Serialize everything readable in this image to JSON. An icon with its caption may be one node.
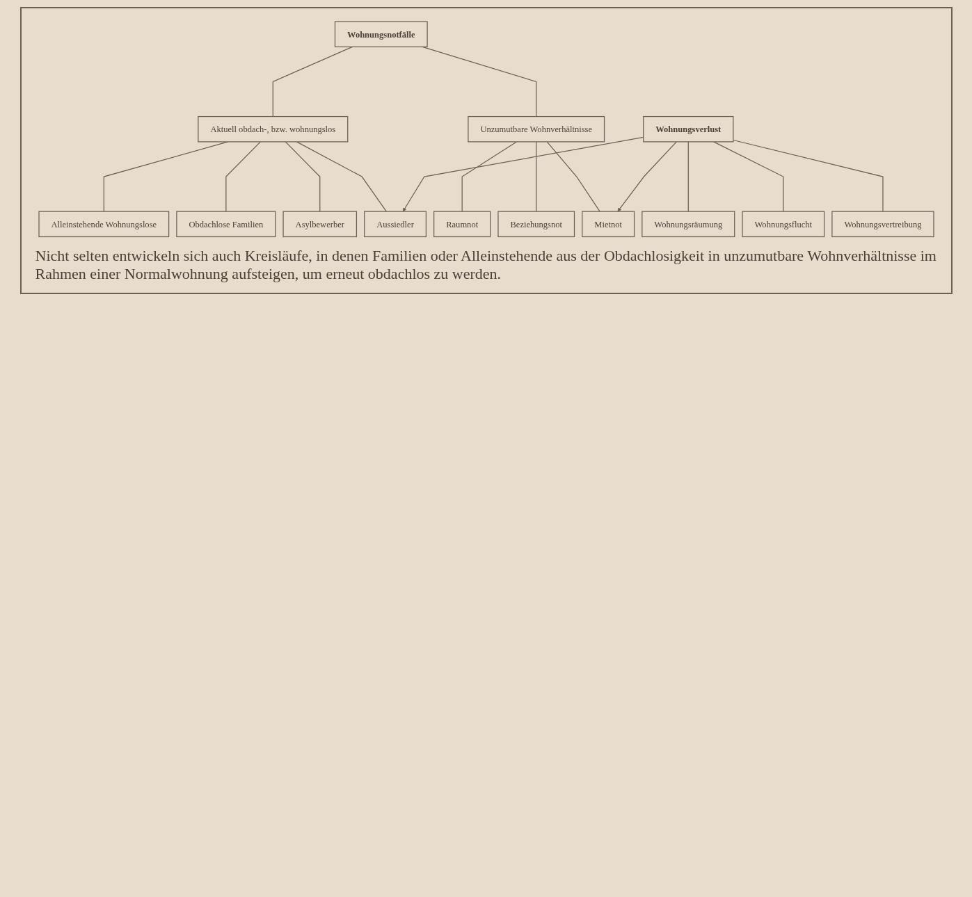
{
  "diagram": {
    "caption": "Nicht selten entwickeln sich auch Kreisläufe, in denen Familien oder Alleinstehende aus der Obdachlosigkeit in unzumutbare Wohnverhältnisse im Rahmen einer Normalwohnung aufsteigen, um erneut obdachlos zu werden.",
    "nodes": [
      {
        "text": [
          "Wohnungsnotfälle"
        ]
      },
      {
        "text": [
          "Aktuell obdach-, bzw. wohnungslos"
        ]
      },
      {
        "text": [
          "Unzumutbare Wohnverhältnisse"
        ]
      },
      {
        "text": [
          "Alleinstehende Wohnungslose"
        ]
      },
      {
        "text": [
          "Raumnot"
        ]
      },
      {
        "text": [
          "Obdachlose Familien"
        ]
      },
      {
        "text": [
          "Beziehungsnot"
        ]
      },
      {
        "text": [
          "Asylbewerber"
        ]
      },
      {
        "text": [
          "Mietnot"
        ]
      },
      {
        "text": [
          "Aussiedler"
        ]
      },
      {
        "text": [
          "Wohnungsverlust"
        ]
      },
      {
        "text": [
          "Wohnungsräumung"
        ]
      },
      {
        "text": [
          "Wohnungsflucht"
        ]
      },
      {
        "text": [
          "Wohnungsvertreibung"
        ]
      }
    ],
    "edges": [
      {
        "from": 0,
        "to": 1,
        "arrow": "none"
      },
      {
        "from": 0,
        "to": 2,
        "arrow": "none"
      },
      {
        "from": 1,
        "to": 3,
        "arrow": "none"
      },
      {
        "from": 1,
        "to": 5,
        "arrow": "none"
      },
      {
        "from": 1,
        "to": 7,
        "arrow": "none"
      },
      {
        "from": 1,
        "to": 9,
        "arrow": "none"
      },
      {
        "from": 2,
        "to": 4,
        "arrow": "none"
      },
      {
        "from": 2,
        "to": 6,
        "arrow": "none"
      },
      {
        "from": 2,
        "to": 8,
        "arrow": "none"
      },
      {
        "from": 10,
        "to": 9,
        "arrow": "to"
      },
      {
        "from": 10,
        "to": 8,
        "arrow": "to"
      },
      {
        "from": 10,
        "to": 11,
        "arrow": "none"
      },
      {
        "from": 10,
        "to": 12,
        "arrow": "none"
      },
      {
        "from": 10,
        "to": 13,
        "arrow": "none"
      }
    ]
  }
}
